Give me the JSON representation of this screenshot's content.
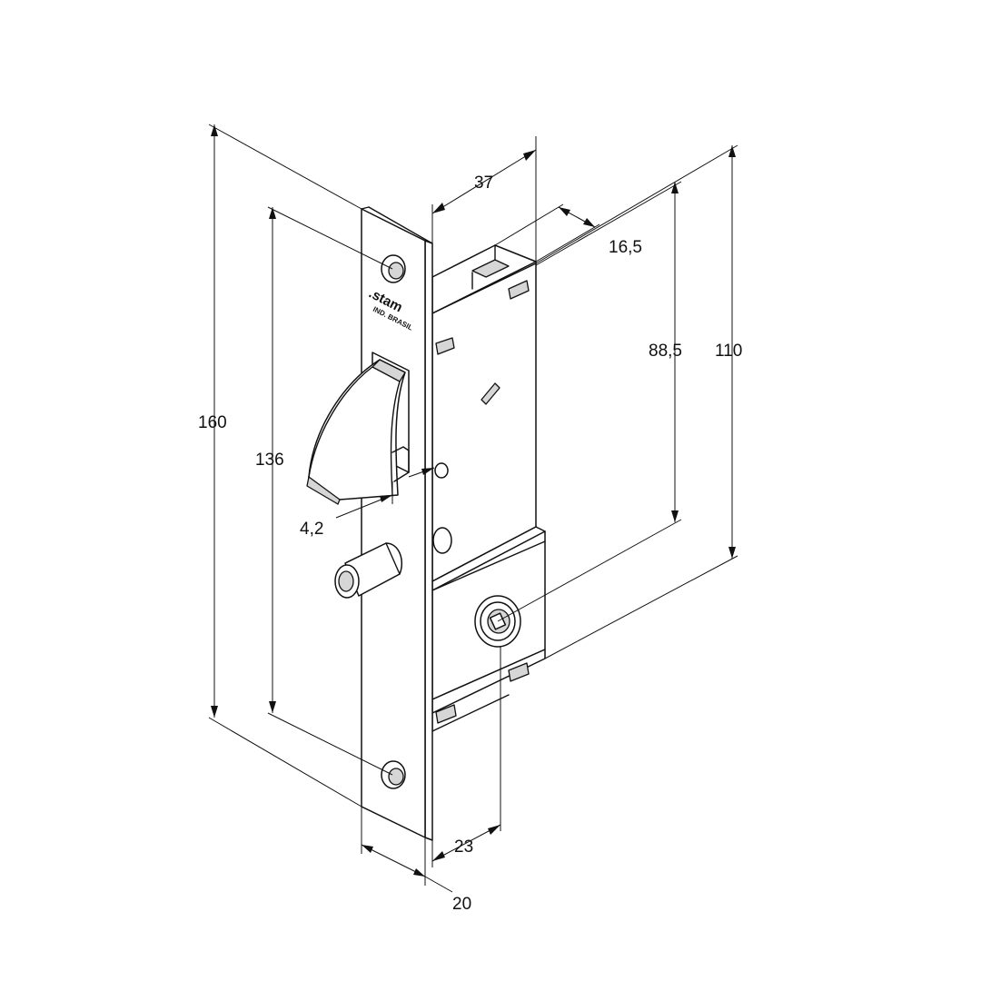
{
  "brand": {
    "name": ".stam",
    "subtitle": "IND. BRASIL"
  },
  "dimensions": {
    "overall_height": "160",
    "screw_spacing": "136",
    "body_depth": "37",
    "backset_top": "16,5",
    "body_inner_height": "88,5",
    "body_height": "110",
    "latch_offset": "4,2",
    "backset": "23",
    "faceplate_width": "20"
  }
}
